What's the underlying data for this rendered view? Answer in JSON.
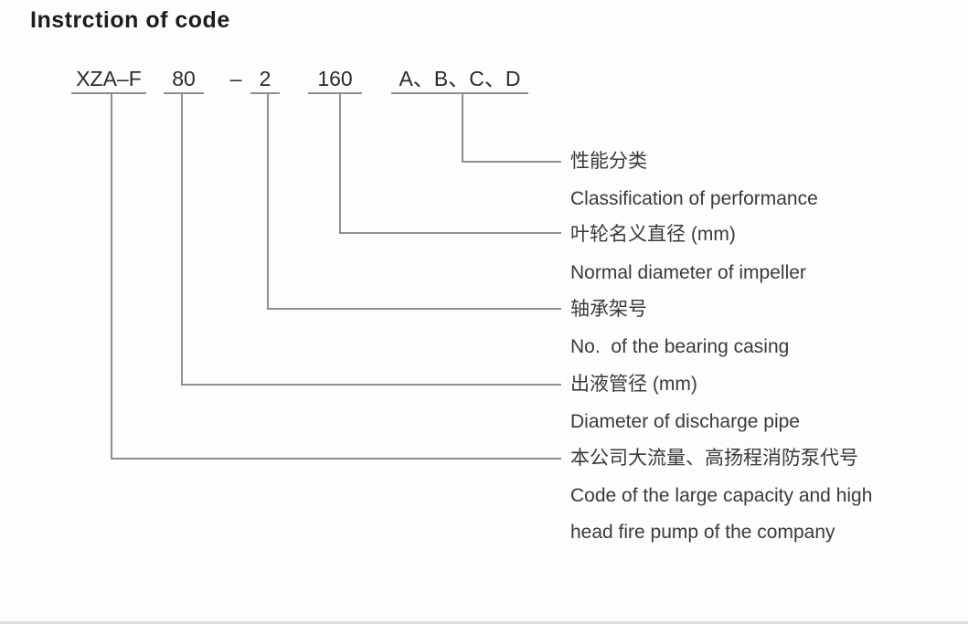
{
  "page": {
    "title": "Instrction of code",
    "background_color": "#fdfdfd",
    "line_color": "#8f8f8f",
    "text_color": "#3a3a3a"
  },
  "code": {
    "segment_company": "XZA–F",
    "segment_pipe": "80",
    "separator": "–",
    "segment_bearing": "2",
    "segment_impeller": "160",
    "segment_performance": "A、B、C、D"
  },
  "labels": [
    {
      "zh": "性能分类",
      "en": "Classification of performance"
    },
    {
      "zh": "叶轮名义直径 (mm)",
      "en": "Normal diameter of impeller"
    },
    {
      "zh": "轴承架号",
      "en": "No.  of the bearing casing"
    },
    {
      "zh": "出液管径 (mm)",
      "en": "Diameter of discharge pipe"
    },
    {
      "zh": "本公司大流量、高扬程消防泵代号",
      "en": "Code of the large capacity and high",
      "en2": "head fire pump of the company"
    }
  ]
}
